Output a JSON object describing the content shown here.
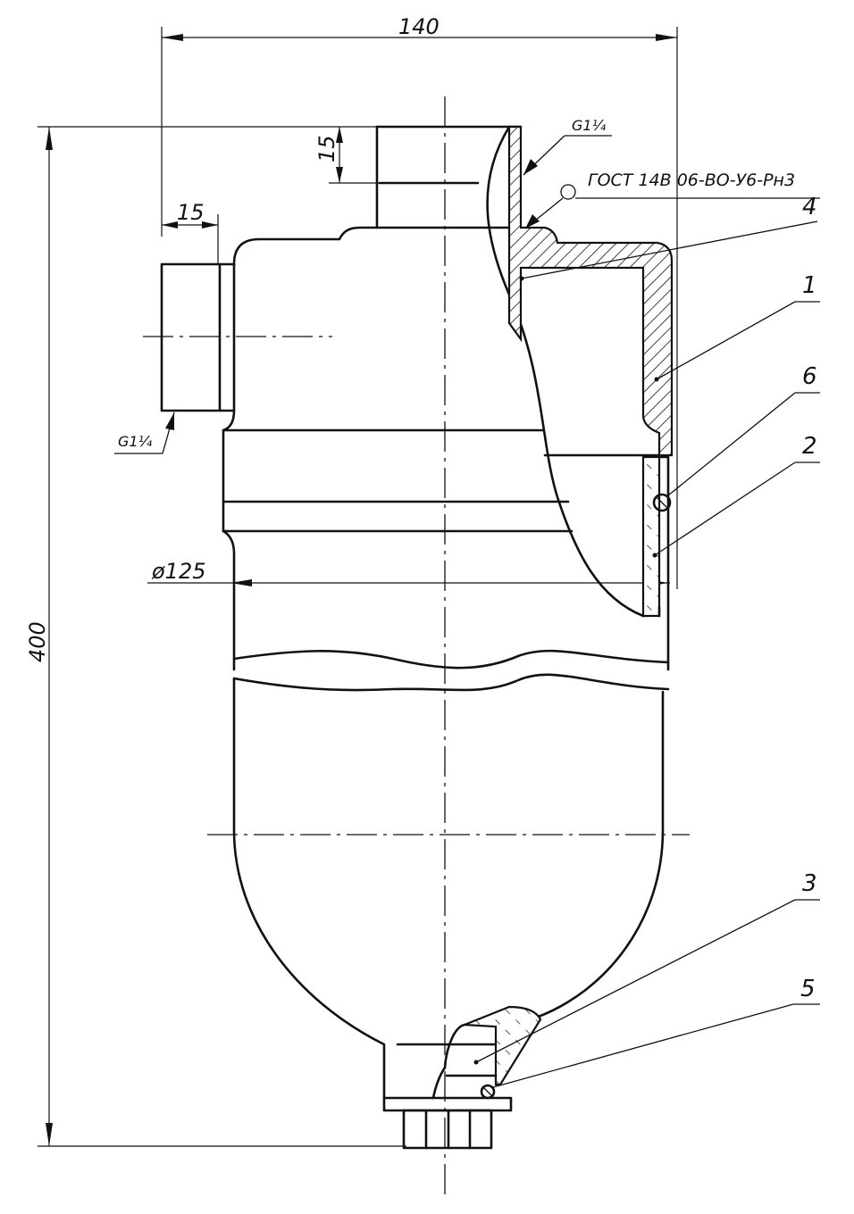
{
  "dimensions": {
    "overall_width": "140",
    "overall_height": "400",
    "top_thread_depth": "15",
    "side_thread_depth": "15",
    "diameter": "ø125"
  },
  "threads": {
    "top": "G1¼",
    "side": "G1¼"
  },
  "standard_note": "ГОСТ 14В 06-ВО-У6-Рн3",
  "part_labels": [
    "1",
    "2",
    "3",
    "4",
    "5",
    "6"
  ],
  "colors": {
    "line": "#111111",
    "background": "#ffffff"
  }
}
